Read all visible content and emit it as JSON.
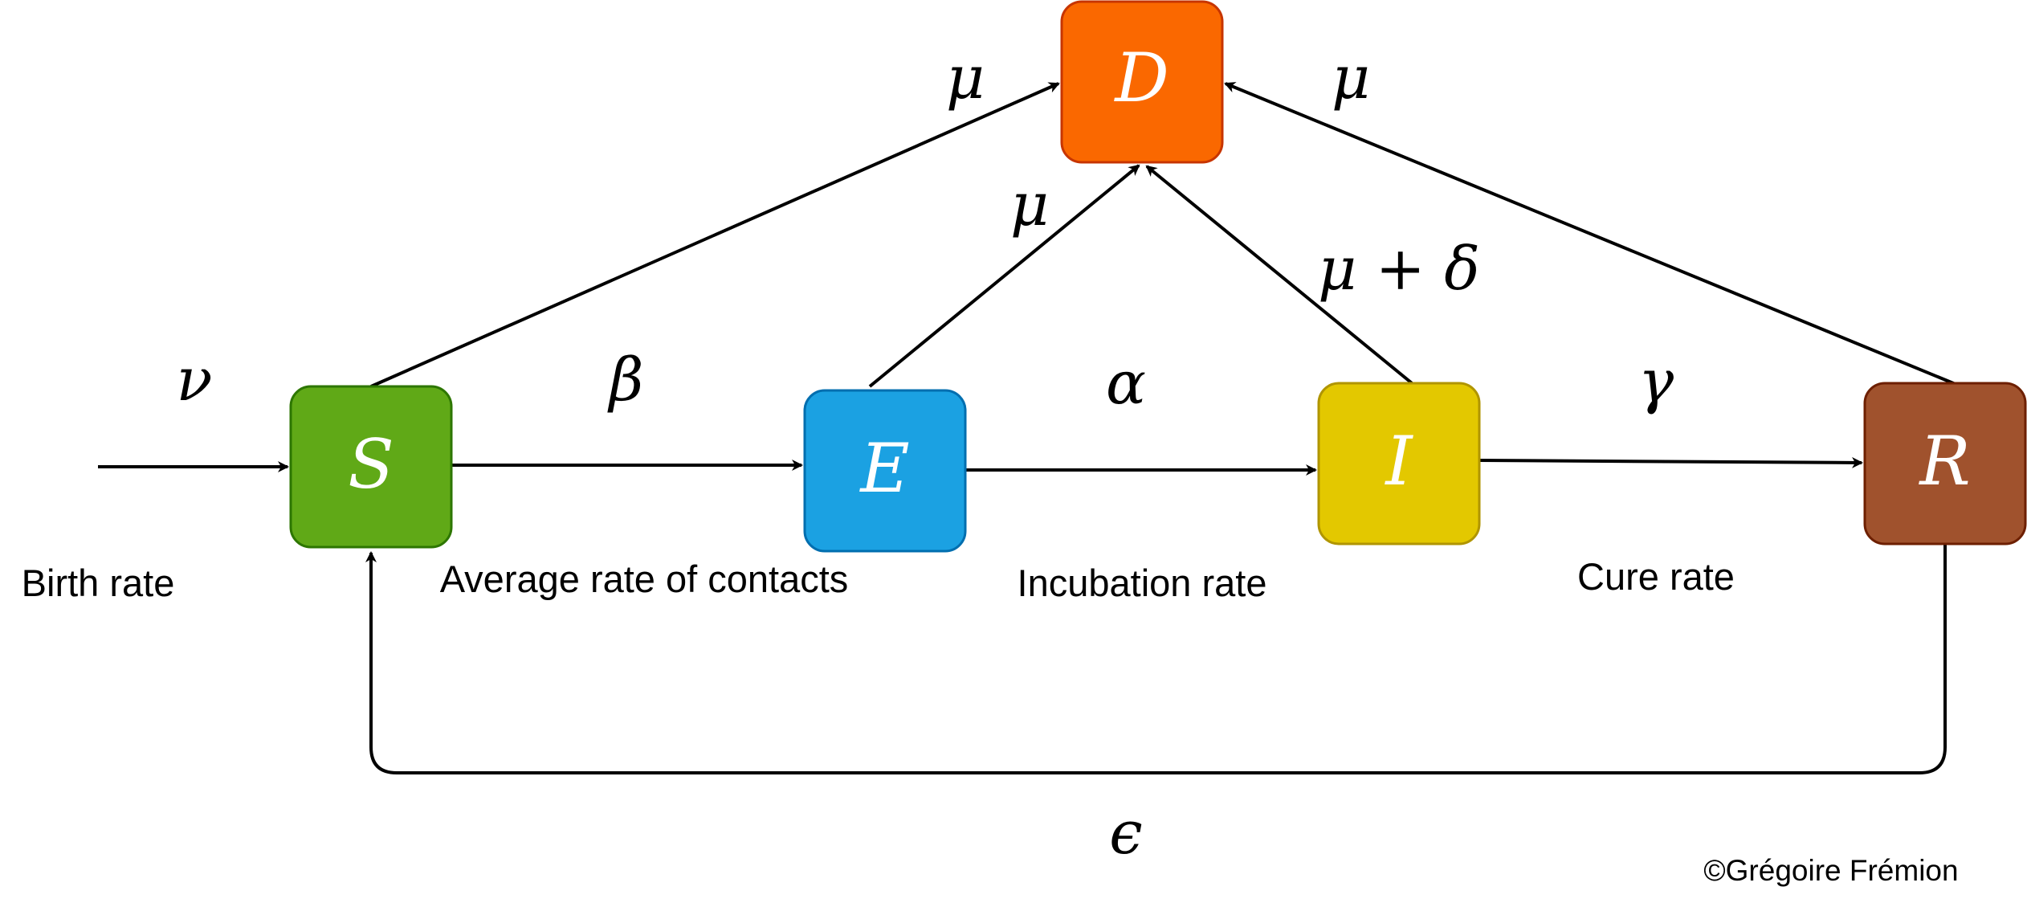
{
  "nodes": {
    "S": {
      "label": "S",
      "fill": "#60a917",
      "stroke": "#2d7600"
    },
    "E": {
      "label": "E",
      "fill": "#1ba1e2",
      "stroke": "#006eaf"
    },
    "I": {
      "label": "I",
      "fill": "#e3c800",
      "stroke": "#b09500"
    },
    "R": {
      "label": "R",
      "fill": "#a0522d",
      "stroke": "#6d1f00"
    },
    "D": {
      "label": "D",
      "fill": "#fa6800",
      "stroke": "#c73500"
    }
  },
  "rates": {
    "birth": "ν",
    "contact": "β",
    "incubation": "α",
    "cure": "γ",
    "immunity_loss": "ϵ",
    "death_s": "μ",
    "death_e": "μ",
    "death_i": "μ + δ",
    "death_r": "μ"
  },
  "labels": {
    "birth": "Birth rate",
    "contact": "Average rate of contacts",
    "incubation": "Incubation rate",
    "cure": "Cure rate"
  },
  "credit": "©Grégoire Frémion"
}
